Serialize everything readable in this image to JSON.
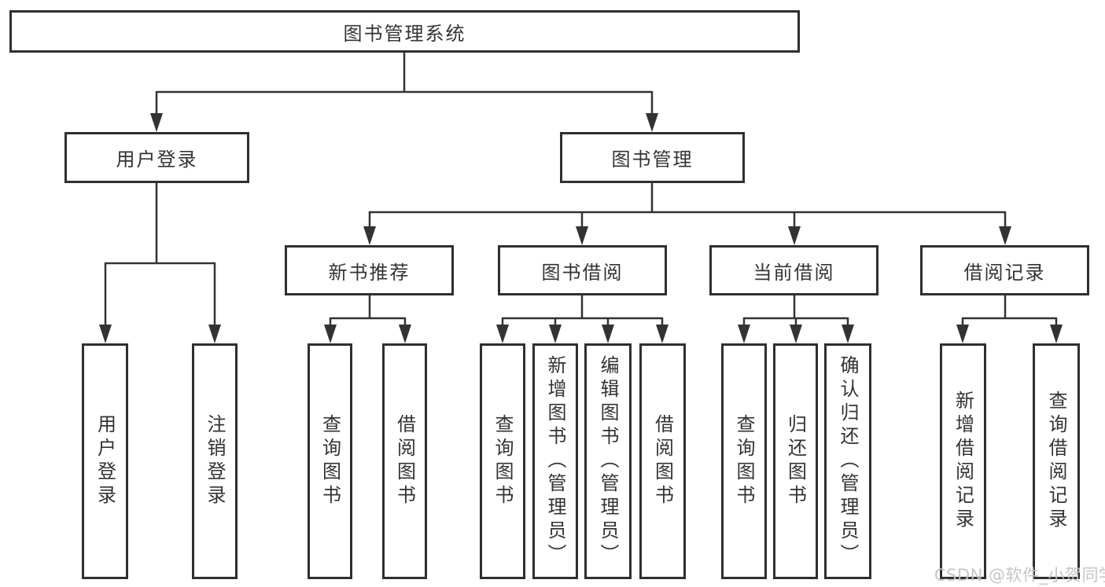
{
  "diagram": {
    "title": "图书管理系统",
    "root": {
      "label": "图书管理系统"
    },
    "level2": [
      {
        "label": "用户登录"
      },
      {
        "label": "图书管理"
      }
    ],
    "level3": [
      {
        "label": "新书推荐"
      },
      {
        "label": "图书借阅"
      },
      {
        "label": "当前借阅"
      },
      {
        "label": "借阅记录"
      }
    ],
    "leaves": {
      "user_login": [
        {
          "label": "用户登录"
        },
        {
          "label": "注销登录"
        }
      ],
      "new_books": [
        {
          "label": "查询图书"
        },
        {
          "label": "借阅图书"
        }
      ],
      "book_borrow": [
        {
          "label": "查询图书"
        },
        {
          "label": "新增图书（管理员）"
        },
        {
          "label": "编辑图书（管理员）"
        },
        {
          "label": "借阅图书"
        }
      ],
      "current_borrow": [
        {
          "label": "查询图书"
        },
        {
          "label": "归还图书"
        },
        {
          "label": "确认归还（管理员）"
        }
      ],
      "borrow_records": [
        {
          "label": "新增借阅记录"
        },
        {
          "label": "查询借阅记录"
        }
      ]
    },
    "watermark": "CSDN @软件_小贺同学",
    "colors": {
      "line": "#333333",
      "box_border": "#2f2f2f",
      "text": "#333333",
      "watermark": "#c3c3c3",
      "background": "#ffffff"
    }
  }
}
